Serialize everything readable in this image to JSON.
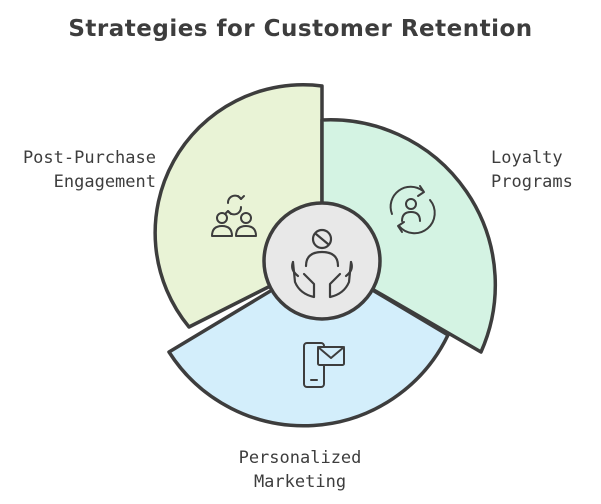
{
  "title": "Strategies for Customer Retention",
  "segments": [
    {
      "id": "post-purchase",
      "label_lines": [
        "Post-Purchase",
        "Engagement"
      ],
      "fill": "#e9f3d6",
      "icon": "people-cycle-icon"
    },
    {
      "id": "loyalty",
      "label_lines": [
        "Loyalty",
        "Programs"
      ],
      "fill": "#d4f3e3",
      "icon": "user-refresh-icon"
    },
    {
      "id": "personalized",
      "label_lines": [
        "Personalized",
        "Marketing"
      ],
      "fill": "#d3eefb",
      "icon": "phone-mail-icon"
    }
  ],
  "center": {
    "fill": "#e8e8e8",
    "icon": "hands-person-icon"
  },
  "colors": {
    "stroke": "#3d3d3d",
    "text": "#3d3d3d"
  }
}
